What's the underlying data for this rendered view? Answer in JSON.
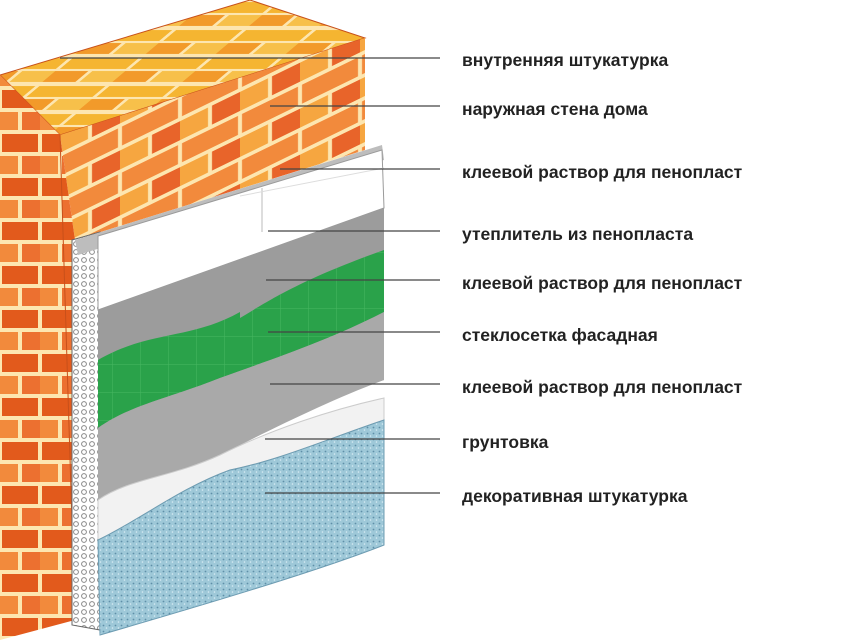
{
  "labels": [
    "внутренняя штукатурка",
    "наружная стена дома",
    "клеевой раствор для пенопласт",
    "утеплитель из пенопласта",
    "клеевой раствор для пенопласт",
    "стеклосетка фасадная",
    "клеевой раствор для пенопласт",
    "грунтовка",
    "декоративная штукатурка"
  ],
  "colors": {
    "brick_front": "#f28a3c",
    "brick_top": "#f5b531",
    "brick_side": "#e25a1c",
    "mortar": "#fde6b0",
    "adhesive": "#9c9c9c",
    "foam": "#ffffff",
    "mesh": "#2aa24a",
    "primer": "#f2f2f2",
    "decorative_plaster": "#9ec8d8",
    "leader_line": "#444444"
  }
}
